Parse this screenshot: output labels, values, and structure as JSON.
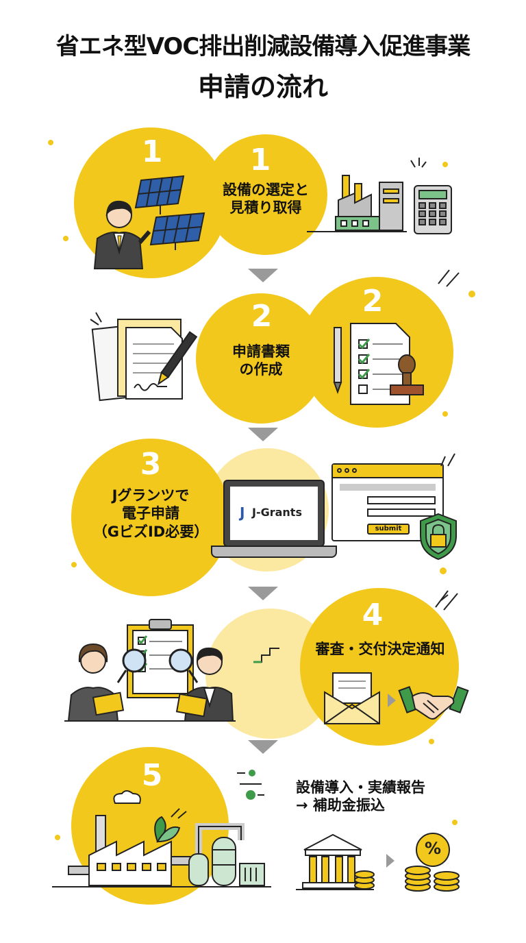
{
  "header": {
    "title_line1": "省エネ型VOC排出削減設備導入促進事業",
    "title_line2": "申請の流れ"
  },
  "steps": [
    {
      "number": "1",
      "badge": "1",
      "label_line1": "設備の選定と",
      "label_line2": "見積り取得"
    },
    {
      "number": "2",
      "badge": "2",
      "label_line1": "申請書類",
      "label_line2": "の作成"
    },
    {
      "number": "3",
      "label_line1": "Jグランツで",
      "label_line2": "電子申請",
      "label_line3": "（GビズID必要）"
    },
    {
      "number": "4",
      "label_line1": "審査・交付決定通知"
    },
    {
      "number": "5",
      "label_line1": "設備導入・実績報告",
      "label_line2": "→ 補助金振込"
    }
  ],
  "laptop": {
    "brand": "J-Grants",
    "logo_letter": "J"
  },
  "web_form": {
    "submit_label": "submit"
  },
  "coin_icon": {
    "symbol": "%"
  },
  "colors": {
    "accent": "#f3c81d",
    "accent_light": "#fbe9a1",
    "green": "#3f9a4a",
    "arrow": "#9a9a9a"
  },
  "icons": [
    "solar-panel-icon",
    "businessman-icon",
    "factory-icon",
    "calculator-icon",
    "documents-icon",
    "pen-icon",
    "checklist-icon",
    "stamp-icon",
    "laptop-icon",
    "web-form-icon",
    "shield-lock-icon",
    "clipboard-icon",
    "magnifier-icon",
    "envelope-icon",
    "handshake-icon",
    "eco-factory-icon",
    "bank-icon",
    "coins-icon"
  ]
}
